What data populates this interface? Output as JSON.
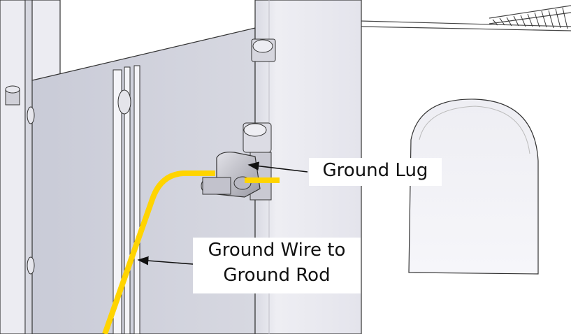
{
  "labels": {
    "ground_lug": "Ground Lug",
    "ground_wire_line1": "Ground Wire to",
    "ground_wire_line2": "Ground Rod"
  },
  "colors": {
    "wire": "#ffd400",
    "frame": "#e6e6ee",
    "panel": "#cfd1dc",
    "outline": "#2a2a2a",
    "arrow": "#111111"
  }
}
